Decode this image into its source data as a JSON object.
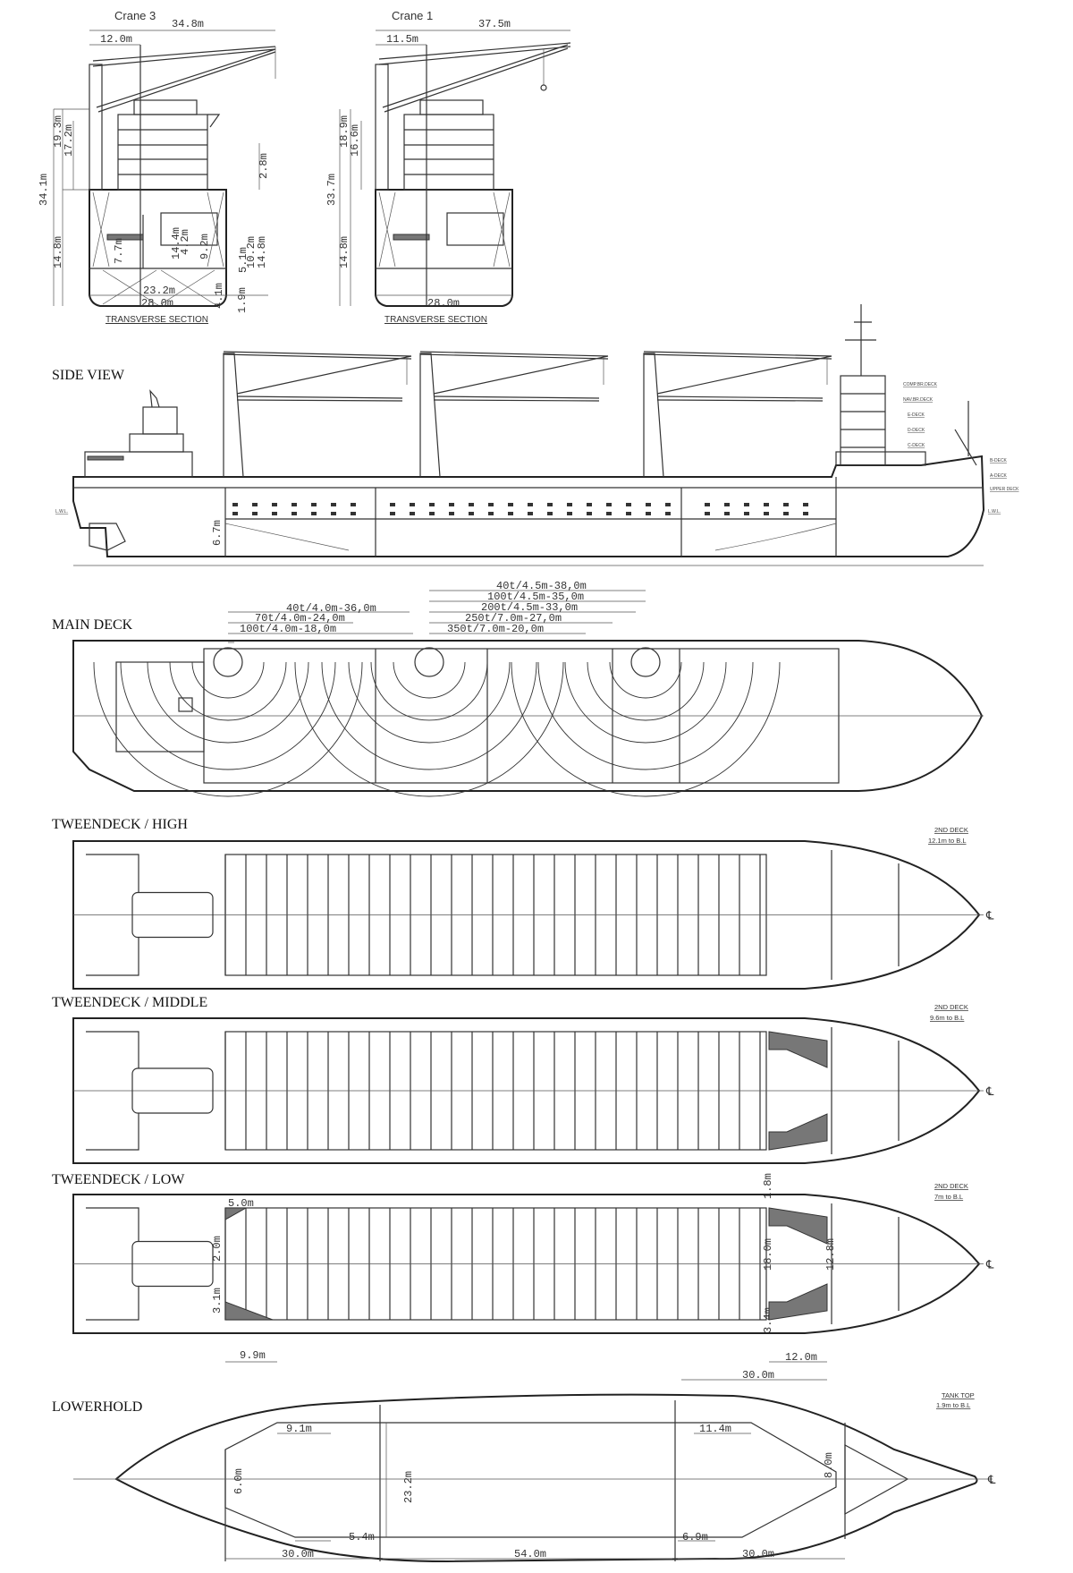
{
  "transverse_sections": [
    {
      "crane": "Crane 3",
      "title": "TRANSVERSE   SECTION",
      "dims": {
        "outreach": "34.8m",
        "mast_offset": "12.0m",
        "height_total": "34.1m",
        "h1": "19.3m",
        "h2": "17.2m",
        "depth": "14.8m",
        "h_right": "2.8m",
        "d1": "14.4m",
        "d2": "4.2m",
        "d3": "9.2m",
        "d4": "5.1m",
        "d5": "10.2m",
        "d6": "14.8m",
        "d7": "7.7m",
        "d8": "4.1m",
        "d9": "1.9m",
        "hold_width": "23.2m",
        "breadth": "28.0m"
      }
    },
    {
      "crane": "Crane 1",
      "title": "TRANSVERSE   SECTION",
      "dims": {
        "outreach": "37.5m",
        "mast_offset": "11.5m",
        "height_total": "33.7m",
        "h1": "18.9m",
        "h2": "16.6m",
        "depth": "14.8m",
        "breadth": "28.0m"
      }
    }
  ],
  "side_view": {
    "title": "SIDE VIEW",
    "dim": "6.7m",
    "decks": [
      "COMP.BR.DECK",
      "NAV.BR.DECK",
      "E-DECK",
      "D-DECK",
      "C-DECK",
      "B-DECK",
      "A-DECK",
      "UPPER DECK"
    ],
    "lwl": "L.W.L."
  },
  "main_deck": {
    "title": "MAIN DECK",
    "crane_aft_radii": [
      "40t/4.0m-36,0m",
      "70t/4.0m-24,0m",
      "100t/4.0m-18,0m"
    ],
    "crane_mid_radii": [
      "40t/4.5m-38,0m",
      "100t/4.5m-35,0m",
      "200t/4.5m-33,0m",
      "250t/7.0m-27,0m",
      "350t/7.0m-20,0m"
    ]
  },
  "tweendeck_high": {
    "title": "TWEENDECK / HIGH",
    "deck": "2ND DECK",
    "height": "12.1m to B.L"
  },
  "tweendeck_middle": {
    "title": "TWEENDECK / MIDDLE",
    "deck": "2ND DECK",
    "height": "9.6m to B.L"
  },
  "tweendeck_low": {
    "title": "TWEENDECK / LOW",
    "deck": "2ND DECK",
    "height": "7m to B.L",
    "dims": {
      "a": "5.0m",
      "b": "2.0m",
      "c": "3.1m",
      "d": "9.9m",
      "e": "1.8m",
      "f": "18.0m",
      "g": "12.8m",
      "h": "3.4m",
      "i": "12.0m",
      "j": "30.0m"
    }
  },
  "lowerhold": {
    "title": "LOWERHOLD",
    "deck": "TANK TOP",
    "height": "1.9m to B.L",
    "dims": {
      "a": "9.1m",
      "b": "11.4m",
      "c": "23.2m",
      "d": "6.0m",
      "e": "8.0m",
      "f": "30.0m",
      "g": "5.4m",
      "h": "54.0m",
      "i": "6.9m",
      "j": "30.0m"
    }
  },
  "centerline_symbol": "℄"
}
